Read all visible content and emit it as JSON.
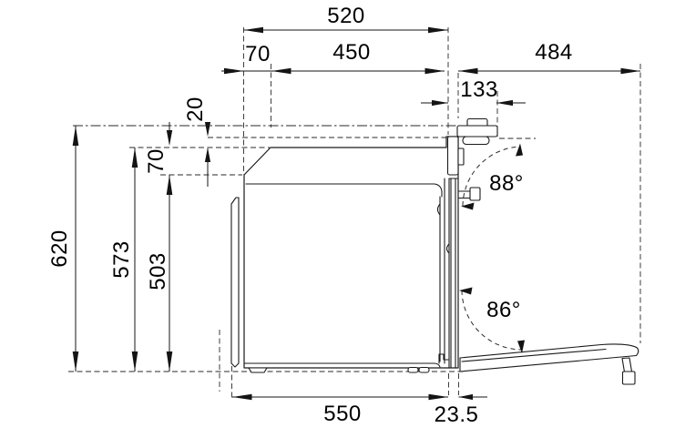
{
  "drawing": {
    "kind": "oven-side-view-dimension-diagram",
    "line_color": "#1a1a1a",
    "background_color": "#ffffff",
    "dims": {
      "w520": "520",
      "w70": "70",
      "w450": "450",
      "w484": "484",
      "w133": "133",
      "h20": "20",
      "h70": "70",
      "h620": "620",
      "h573": "573",
      "h503": "503",
      "w550": "550",
      "w23_5": "23.5",
      "a88": "88°",
      "a86": "86°"
    }
  }
}
